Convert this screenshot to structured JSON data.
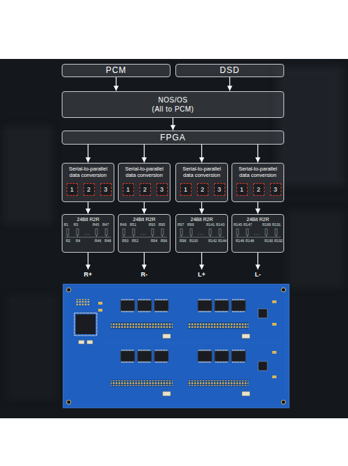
{
  "diagram": {
    "nodes": [
      {
        "text": [
          "PCM"
        ]
      },
      {
        "text": [
          "DSD"
        ]
      },
      {
        "text": [
          "NOS/OS",
          "(All to PCM)"
        ]
      },
      {
        "text": [
          "FPGA"
        ]
      },
      {
        "text": [
          "Serial-to-parallel data conversion"
        ]
      },
      {
        "text": [
          "1"
        ],
        "in": 4
      },
      {
        "text": [
          "2"
        ],
        "in": 4
      },
      {
        "text": [
          "3"
        ],
        "in": 4
      },
      {
        "text": [
          "Serial-to-parallel data conversion"
        ]
      },
      {
        "text": [
          "1"
        ],
        "in": 8
      },
      {
        "text": [
          "2"
        ],
        "in": 8
      },
      {
        "text": [
          "3"
        ],
        "in": 8
      },
      {
        "text": [
          "Serial-to-parallel data conversion"
        ]
      },
      {
        "text": [
          "1"
        ],
        "in": 12
      },
      {
        "text": [
          "2"
        ],
        "in": 12
      },
      {
        "text": [
          "3"
        ],
        "in": 12
      },
      {
        "text": [
          "Serial-to-parallel data conversion"
        ]
      },
      {
        "text": [
          "1"
        ],
        "in": 16
      },
      {
        "text": [
          "2"
        ],
        "in": 16
      },
      {
        "text": [
          "3"
        ],
        "in": 16
      },
      {
        "text": [
          "24Bit R2R"
        ]
      },
      {
        "text": [
          "24Bit R2R"
        ]
      },
      {
        "text": [
          "24Bit R2R"
        ]
      },
      {
        "text": [
          "24Bit R2R"
        ]
      }
    ],
    "edges": [
      {
        "from": 0,
        "to": 2,
        "arrow": "to"
      },
      {
        "from": 1,
        "to": 2,
        "arrow": "to"
      },
      {
        "from": 2,
        "to": 3,
        "arrow": "to"
      },
      {
        "from": 3,
        "to": 4,
        "arrow": "to"
      },
      {
        "from": 3,
        "to": 8,
        "arrow": "to"
      },
      {
        "from": 3,
        "to": 12,
        "arrow": "to"
      },
      {
        "from": 3,
        "to": 16,
        "arrow": "to"
      },
      {
        "from": 4,
        "to": 20,
        "arrow": "to"
      },
      {
        "from": 8,
        "to": 21,
        "arrow": "to"
      },
      {
        "from": 12,
        "to": 22,
        "arrow": "to"
      },
      {
        "from": 16,
        "to": 23,
        "arrow": "to"
      }
    ],
    "labels": [
      "R1",
      "R3",
      "R45",
      "R47",
      "R2",
      "R4",
      "R46",
      "R48",
      "R49",
      "R51",
      "R93",
      "R95",
      "R50",
      "R52",
      "R94",
      "R96",
      "R97",
      "R99",
      "R141",
      "R143",
      "R98",
      "R100",
      "R142",
      "R144",
      "R145",
      "R147",
      "R189",
      "R191",
      "R146",
      "R148",
      "R190",
      "R192",
      "R+",
      "R-",
      "L+",
      "L-"
    ]
  }
}
